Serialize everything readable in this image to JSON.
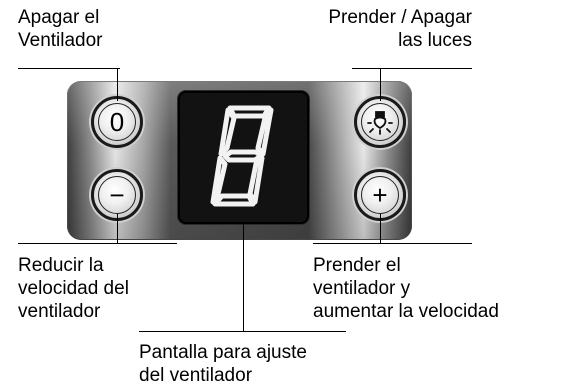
{
  "labels": {
    "fan_off": [
      "Apagar el",
      "Ventilador"
    ],
    "lights_toggle": [
      "Prender / Apagar",
      "las luces"
    ],
    "reduce_speed": [
      "Reducir la",
      "velocidad del",
      "ventilador"
    ],
    "fan_on_increase": [
      "Prender el",
      "ventilador y",
      "aumentar la velocidad"
    ],
    "display_adjust": [
      "Pantalla para ajuste",
      "del ventilador"
    ]
  },
  "buttons": {
    "power": "0",
    "minus": "−",
    "plus": "+",
    "light_icon": "light-bulb-icon"
  },
  "display": {
    "digit": "8"
  },
  "colors": {
    "segment": "#f2f2f2",
    "screen": "#121212"
  }
}
